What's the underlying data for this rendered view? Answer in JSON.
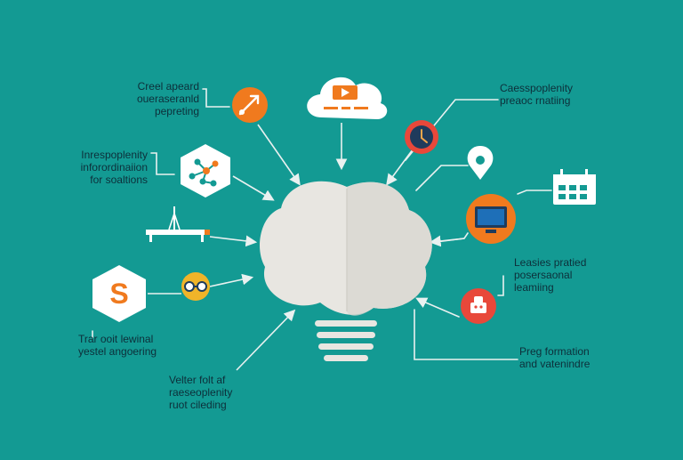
{
  "colors": {
    "background": "#139a93",
    "cloud": "#e8e6e1",
    "cloud_shade": "#d8d5cf",
    "orange": "#f07a1e",
    "red": "#e8483a",
    "navy": "#1f3b5c",
    "blue": "#1e6fb8",
    "line": "#e9f1f0",
    "text": "#0d2f3a"
  },
  "labels": {
    "top_left": [
      "Creel apeard",
      "oueraseranld",
      "pepreting"
    ],
    "mid_left": [
      "Inrespoplenity",
      "inforordinaiion",
      "for soaltions"
    ],
    "low_left": [
      "Trar ooit lewinal",
      "yestel angoering"
    ],
    "bottom_center": [
      "Velter folt af",
      "raeseoplenity",
      "ruot cileding"
    ],
    "top_right": [
      "Caesspoplenity",
      "preaoc rnatiing"
    ],
    "mid_right": [
      "Leasies pratied",
      "posersaonal",
      "leamiing"
    ],
    "low_right": [
      "Preg formation",
      "and vatenindre"
    ]
  },
  "icons": [
    "arrow-circle-icon",
    "video-cloud-icon",
    "clock-icon",
    "location-pin-icon",
    "calendar-icon",
    "monitor-icon",
    "network-hexagon-icon",
    "chart-stand-icon",
    "dollar-hexagon-icon",
    "glasses-icon",
    "robot-icon",
    "lightbulb-cloud-icon"
  ]
}
